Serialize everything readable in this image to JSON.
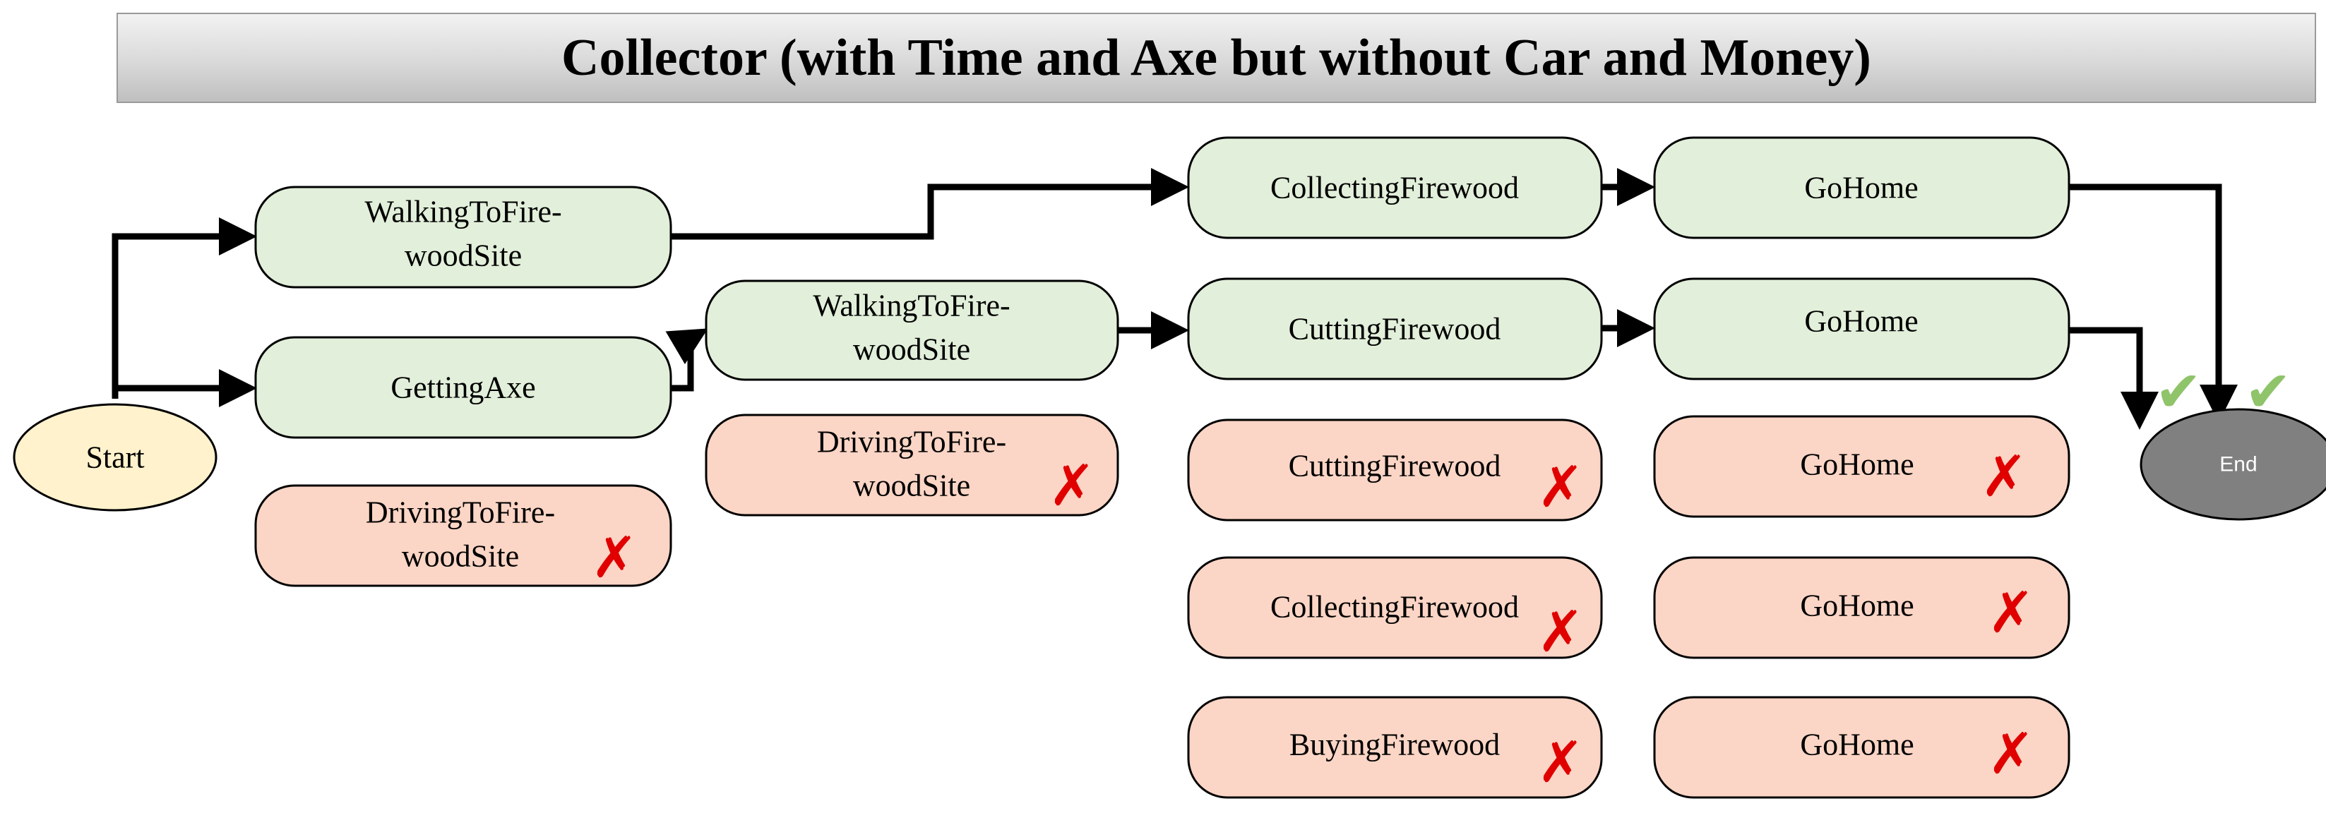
{
  "title": "Collector (with Time and Axe but without Car and Money)",
  "colors": {
    "success_fill": "#e2efda",
    "fail_fill": "#fbd5c5",
    "start_fill": "#fff2cc",
    "end_fill": "#808080",
    "cross": "#e00000",
    "check": "#8fc46a"
  },
  "nodes": {
    "start": "Start",
    "end": "End",
    "walk_top": [
      "WalkingToFire-",
      "woodSite"
    ],
    "getting_axe": "GettingAxe",
    "drive_left": [
      "DrivingToFire-",
      "woodSite"
    ],
    "walk_mid": [
      "WalkingToFire-",
      "woodSite"
    ],
    "drive_mid": [
      "DrivingToFire-",
      "woodSite"
    ],
    "collecting_top": "CollectingFirewood",
    "cutting_mid": "CuttingFirewood",
    "cutting_fail": "CuttingFirewood",
    "collecting_fail": "CollectingFirewood",
    "buying_fail": "BuyingFirewood",
    "gohome_1": "GoHome",
    "gohome_2": "GoHome",
    "gohome_3": "GoHome",
    "gohome_4": "GoHome",
    "gohome_5": "GoHome"
  },
  "marks": {
    "cross": "✗",
    "check": "✔"
  }
}
